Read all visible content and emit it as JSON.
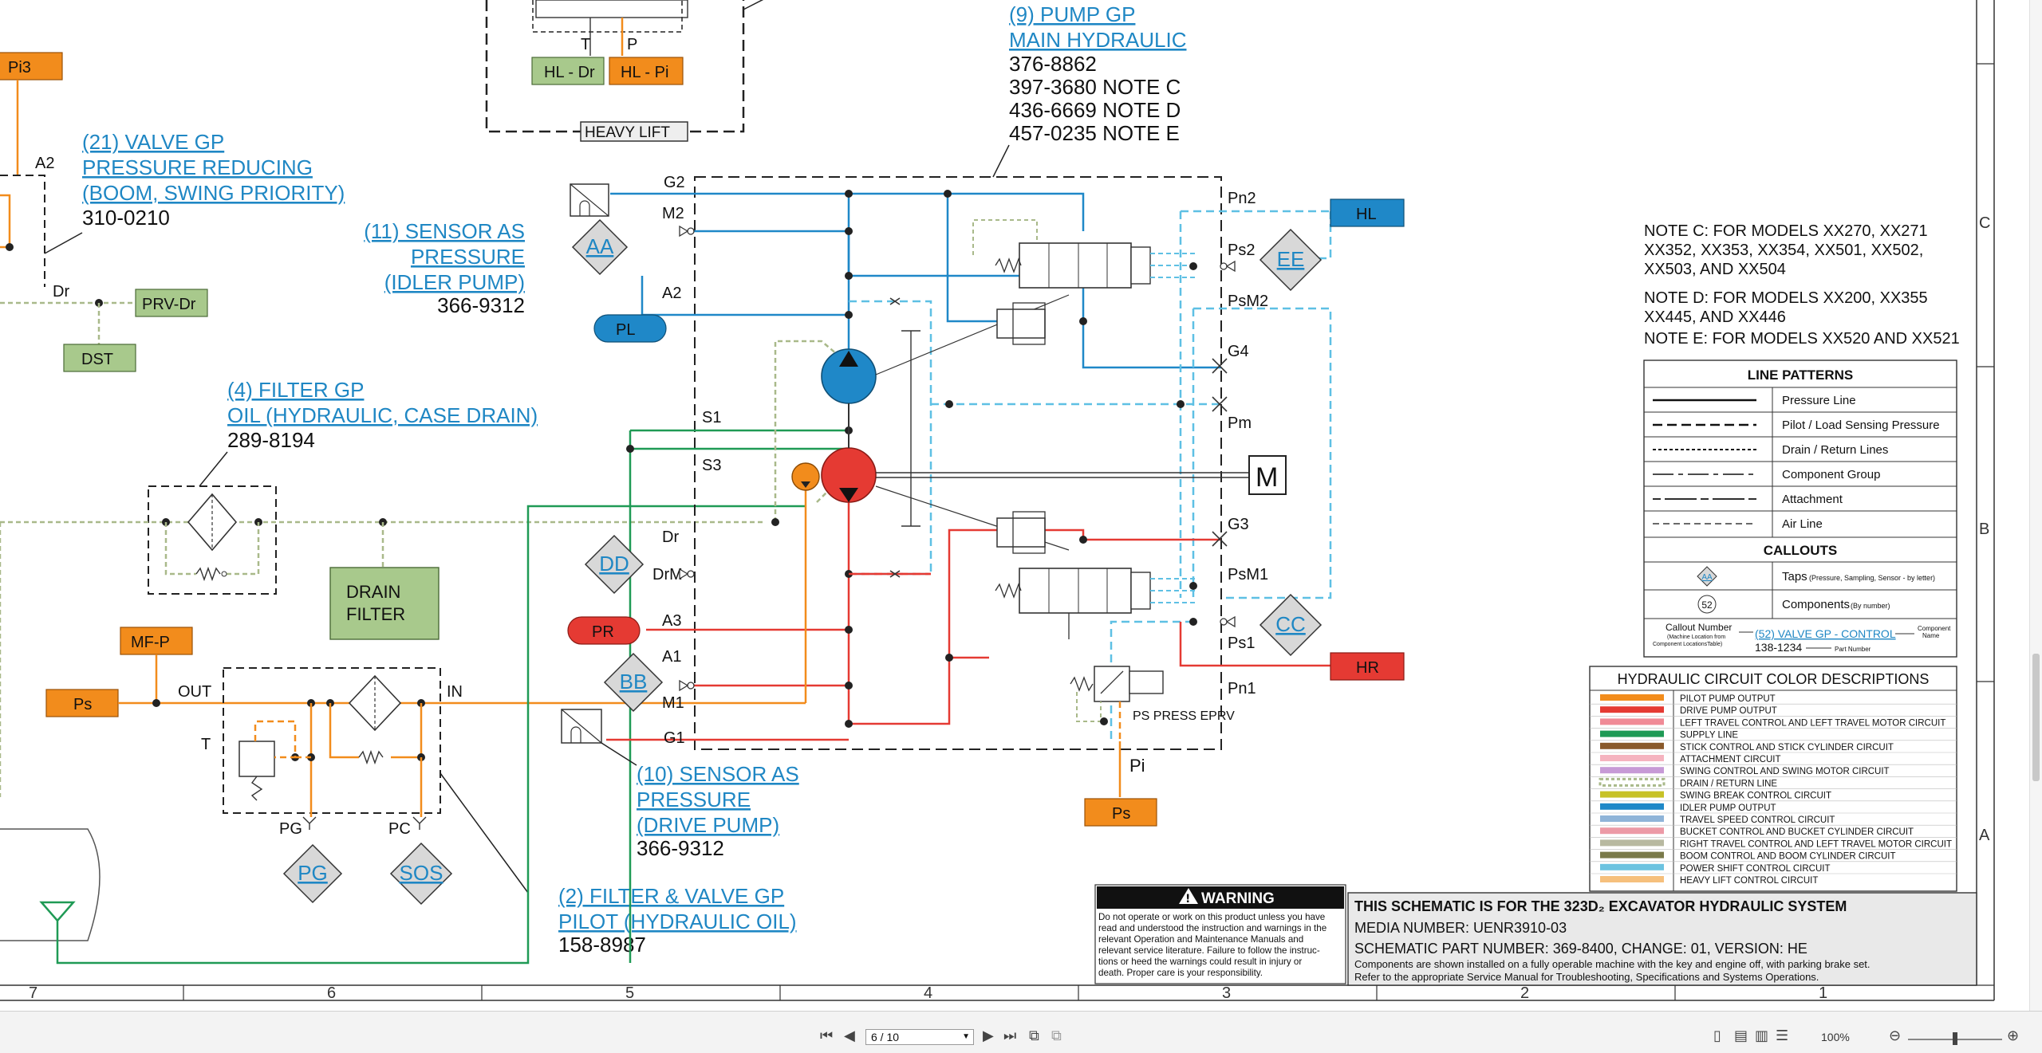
{
  "colors": {
    "idler": "#1f88c8",
    "drive": "#e53a33",
    "pilot": "#f28c1c",
    "supply": "#1f9a55",
    "drain": "#a9b98a",
    "light_blue": "#5ec0e4",
    "filter_box": "#a8c98c",
    "link": "#1f87c4"
  },
  "column_numbers": [
    "7",
    "6",
    "5",
    "4",
    "3",
    "2",
    "1"
  ],
  "row_letters": [
    "C",
    "B",
    "A"
  ],
  "callouts": {
    "pump": {
      "title": "(9) PUMP GP",
      "subtitle": "MAIN HYDRAULIC",
      "parts": [
        "376-8862",
        "397-3680 NOTE C",
        "436-6669 NOTE D",
        "457-0235 NOTE E"
      ]
    },
    "valve21": {
      "l1": "(21) VALVE GP",
      "l2": "PRESSURE REDUCING",
      "l3": "(BOOM, SWING PRIORITY)",
      "part": "310-0210"
    },
    "sensor11": {
      "l1": "(11) SENSOR AS",
      "l2": "PRESSURE",
      "l3": "(IDLER PUMP)",
      "part": "366-9312"
    },
    "filter4": {
      "l1": "(4) FILTER GP",
      "l2": "OIL (HYDRAULIC, CASE DRAIN)",
      "part": "289-8194"
    },
    "sensor10": {
      "l1": "(10) SENSOR AS",
      "l2": "PRESSURE",
      "l3": "(DRIVE PUMP)",
      "part": "366-9312"
    },
    "filter2": {
      "l1": "(2) FILTER & VALVE GP",
      "l2": "PILOT (HYDRAULIC OIL)",
      "part": "158-8987"
    }
  },
  "tags": {
    "pi3": "Pi3",
    "hl_dr": "HL - Dr",
    "hl_pi": "HL - Pi",
    "heavy_lift": "HEAVY LIFT",
    "prv_dr": "PRV-Dr",
    "dst": "DST",
    "hl": "HL",
    "hr": "HR",
    "pl": "PL",
    "pr": "PR",
    "mf_p": "MF-P",
    "ps_left": "Ps",
    "ps_bottom": "Ps",
    "drain_filter_1": "DRAIN",
    "drain_filter_2": "FILTER",
    "motor": "M"
  },
  "taps": {
    "aa": "AA",
    "dd": "DD",
    "bb": "BB",
    "pg": "PG",
    "sos": "SOS",
    "ee": "EE",
    "cc": "CC"
  },
  "port_labels": {
    "g2": "G2",
    "m2": "M2",
    "a2": "A2",
    "s1": "S1",
    "s3": "S3",
    "dr": "Dr",
    "drm": "DrM",
    "a3": "A3",
    "a1": "A1",
    "m1": "M1",
    "g1": "G1",
    "pn2": "Pn2",
    "ps2": "Ps2",
    "psm2": "PsM2",
    "g4": "G4",
    "pm": "Pm",
    "g3": "G3",
    "psm1": "PsM1",
    "ps1": "Ps1",
    "pn1": "Pn1",
    "pi": "Pi",
    "ps_press_eprv": "PS PRESS EPRV",
    "t": "T",
    "p": "P",
    "a2_left": "A2",
    "dr_left": "Dr",
    "out": "OUT",
    "in": "IN",
    "t_filter": "T",
    "pg_port": "PG",
    "pc_port": "PC"
  },
  "notes": [
    [
      "NOTE C: FOR MODELS XX270, XX271",
      "XX352, XX353, XX354, XX501, XX502,",
      "XX503, AND XX504"
    ],
    [
      "NOTE D: FOR MODELS XX200, XX355",
      "XX445, AND XX446"
    ],
    [
      "NOTE E: FOR MODELS XX520 AND XX521"
    ]
  ],
  "legend": {
    "line_patterns_title": "LINE PATTERNS",
    "patterns": [
      "Pressure Line",
      "Pilot / Load Sensing Pressure",
      "Drain / Return Lines",
      "Component Group",
      "Attachment",
      "Air Line"
    ],
    "callouts_title": "CALLOUTS",
    "taps_label": "Taps",
    "taps_small": "(Pressure, Sampling, Sensor - by letter)",
    "taps_symbol": "AA",
    "components_label": "Components",
    "components_small": "(By number)",
    "components_symbol": "52",
    "callout_number": "Callout Number",
    "callout_number_small1": "(Machine Location from",
    "callout_number_small2": "Component LocationsTable)",
    "callout_example": "(52) VALVE GP - CONTROL",
    "callout_part": "138-1234",
    "component_name_1": "Component",
    "component_name_2": "Name",
    "part_number": "Part Number"
  },
  "color_descriptions": {
    "title": "HYDRAULIC CIRCUIT COLOR DESCRIPTIONS",
    "items": [
      {
        "label": "PILOT PUMP OUTPUT",
        "color": "#f28c1c"
      },
      {
        "label": "DRIVE PUMP OUTPUT",
        "color": "#e53a33"
      },
      {
        "label": "LEFT TRAVEL CONTROL AND LEFT TRAVEL MOTOR CIRCUIT",
        "color": "#f08a96"
      },
      {
        "label": "SUPPLY LINE",
        "color": "#1f9a55"
      },
      {
        "label": "STICK CONTROL AND STICK CYLINDER CIRCUIT",
        "color": "#8a5a2b"
      },
      {
        "label": "ATTACHMENT CIRCUIT",
        "color": "#f5b3bf"
      },
      {
        "label": "SWING CONTROL AND SWING MOTOR CIRCUIT",
        "color": "#c79ad6"
      },
      {
        "label": "DRAIN / RETURN LINE",
        "color": "#a9b98a"
      },
      {
        "label": "SWING BREAK CONTROL CIRCUIT",
        "color": "#c7c227"
      },
      {
        "label": "IDLER PUMP OUTPUT",
        "color": "#1f88c8"
      },
      {
        "label": "TRAVEL SPEED CONTROL CIRCUIT",
        "color": "#8fb4d8"
      },
      {
        "label": "BUCKET CONTROL AND BUCKET CYLINDER CIRCUIT",
        "color": "#ec9aa6"
      },
      {
        "label": "RIGHT TRAVEL CONTROL AND LEFT TRAVEL MOTOR CIRCUIT",
        "color": "#b8b9a0"
      },
      {
        "label": "BOOM CONTROL AND BOOM CYLINDER CIRCUIT",
        "color": "#7a7a4a"
      },
      {
        "label": "POWER SHIFT CONTROL CIRCUIT",
        "color": "#6cc3e0"
      },
      {
        "label": "HEAVY LIFT CONTROL CIRCUIT",
        "color": "#f6c07d"
      }
    ]
  },
  "warning": {
    "title": "WARNING",
    "body": [
      "Do not operate or work on this product unless you have",
      "read and understood the instruction and warnings in the",
      "relevant Operation and Maintenance Manuals and",
      "relevant service literature. Failure to follow the instruc-",
      "tions or heed the warnings could result in injury or",
      "death. Proper care is your responsibility."
    ]
  },
  "title_block": {
    "line1": "THIS SCHEMATIC IS FOR THE 323D₂ EXCAVATOR HYDRAULIC SYSTEM",
    "line2": "MEDIA NUMBER: UENR3910-03",
    "line3": "SCHEMATIC PART NUMBER: 369-8400, CHANGE: 01, VERSION: HE",
    "line4": "Components are shown installed on a fully operable machine with the key and engine off, with parking brake set.",
    "line5": "Refer to the appropriate Service Manual for Troubleshooting, Specifications and Systems Operations."
  },
  "viewer": {
    "page_value": "6 / 10",
    "zoom": "100%"
  }
}
